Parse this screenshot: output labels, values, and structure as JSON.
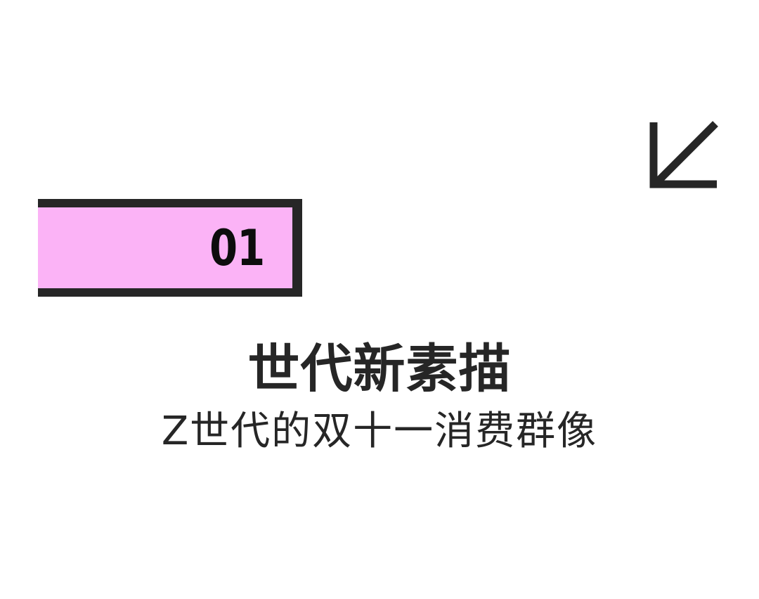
{
  "section": {
    "number": "01",
    "box_color": "#fbb3f6",
    "border_color": "#262626"
  },
  "arrow": {
    "icon": "arrow-down-left-icon",
    "color": "#262626"
  },
  "title": "世代新素描",
  "subtitle": "Z世代的双十一消费群像",
  "text_color": "#262626"
}
